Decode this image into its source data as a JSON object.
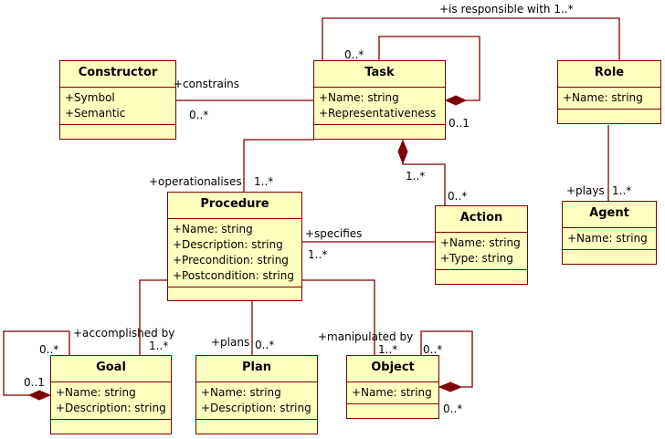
{
  "diagram": {
    "type": "UML class diagram",
    "colors": {
      "class_fill": "#ffffc0",
      "line": "#800000",
      "composition_diamond": "#800000"
    },
    "classes": {
      "constructor": {
        "name": "Constructor",
        "attributes": [
          "+Symbol",
          "+Semantic"
        ]
      },
      "task": {
        "name": "Task",
        "attributes": [
          "+Name: string",
          "+Representativeness"
        ]
      },
      "role": {
        "name": "Role",
        "attributes": [
          "+Name: string"
        ]
      },
      "procedure": {
        "name": "Procedure",
        "attributes": [
          "+Name: string",
          "+Description: string",
          "+Precondition: string",
          "+Postcondition: string"
        ]
      },
      "action": {
        "name": "Action",
        "attributes": [
          "+Name: string",
          "+Type: string"
        ]
      },
      "agent": {
        "name": "Agent",
        "attributes": [
          "+Name: string"
        ]
      },
      "goal": {
        "name": "Goal",
        "attributes": [
          "+Name: string",
          "+Description: string"
        ]
      },
      "plan": {
        "name": "Plan",
        "attributes": [
          "+Name: string",
          "+Description: string"
        ]
      },
      "object": {
        "name": "Object",
        "attributes": [
          "+Name: string"
        ]
      }
    },
    "labels": {
      "task_role_role": "+is responsible with 1..*",
      "task_role_mult": "0..*",
      "constructor_task_role": "+constrains",
      "constructor_task_mult": "0..*",
      "task_self_mult": "0..1",
      "task_action_mult_task": "1..*",
      "task_action_mult_action": "0..*",
      "task_procedure_role": "+operationalises",
      "task_procedure_mult": "1..*",
      "procedure_action_role": "+specifies",
      "procedure_action_mult": "1..*",
      "role_agent_role": "+plays",
      "role_agent_mult": "1..*",
      "goal_procedure_role": "+accomplished by",
      "goal_procedure_mult": "1..*",
      "goal_self_mult_top": "0..*",
      "goal_self_mult_bottom": "0..1",
      "plan_procedure_role": "+plans",
      "plan_procedure_mult": "0..*",
      "object_procedure_role": "+manipulated by",
      "object_procedure_mult": "1..*",
      "object_self_mult_top": "0..*",
      "object_self_mult_bottom": "0..*"
    },
    "associations": [
      {
        "from": "Task",
        "to": "Role",
        "kind": "association",
        "label": "+is responsible with 1..*"
      },
      {
        "from": "Constructor",
        "to": "Task",
        "kind": "association",
        "label": "+constrains"
      },
      {
        "from": "Task",
        "to": "Task",
        "kind": "composition"
      },
      {
        "from": "Task",
        "to": "Action",
        "kind": "composition"
      },
      {
        "from": "Task",
        "to": "Procedure",
        "kind": "association",
        "label": "+operationalises"
      },
      {
        "from": "Procedure",
        "to": "Action",
        "kind": "association",
        "label": "+specifies"
      },
      {
        "from": "Role",
        "to": "Agent",
        "kind": "association",
        "label": "+plays"
      },
      {
        "from": "Procedure",
        "to": "Goal",
        "kind": "association",
        "label": "+accomplished by"
      },
      {
        "from": "Goal",
        "to": "Goal",
        "kind": "composition"
      },
      {
        "from": "Procedure",
        "to": "Plan",
        "kind": "association",
        "label": "+plans"
      },
      {
        "from": "Procedure",
        "to": "Object",
        "kind": "association",
        "label": "+manipulated by"
      },
      {
        "from": "Object",
        "to": "Object",
        "kind": "composition"
      }
    ]
  }
}
